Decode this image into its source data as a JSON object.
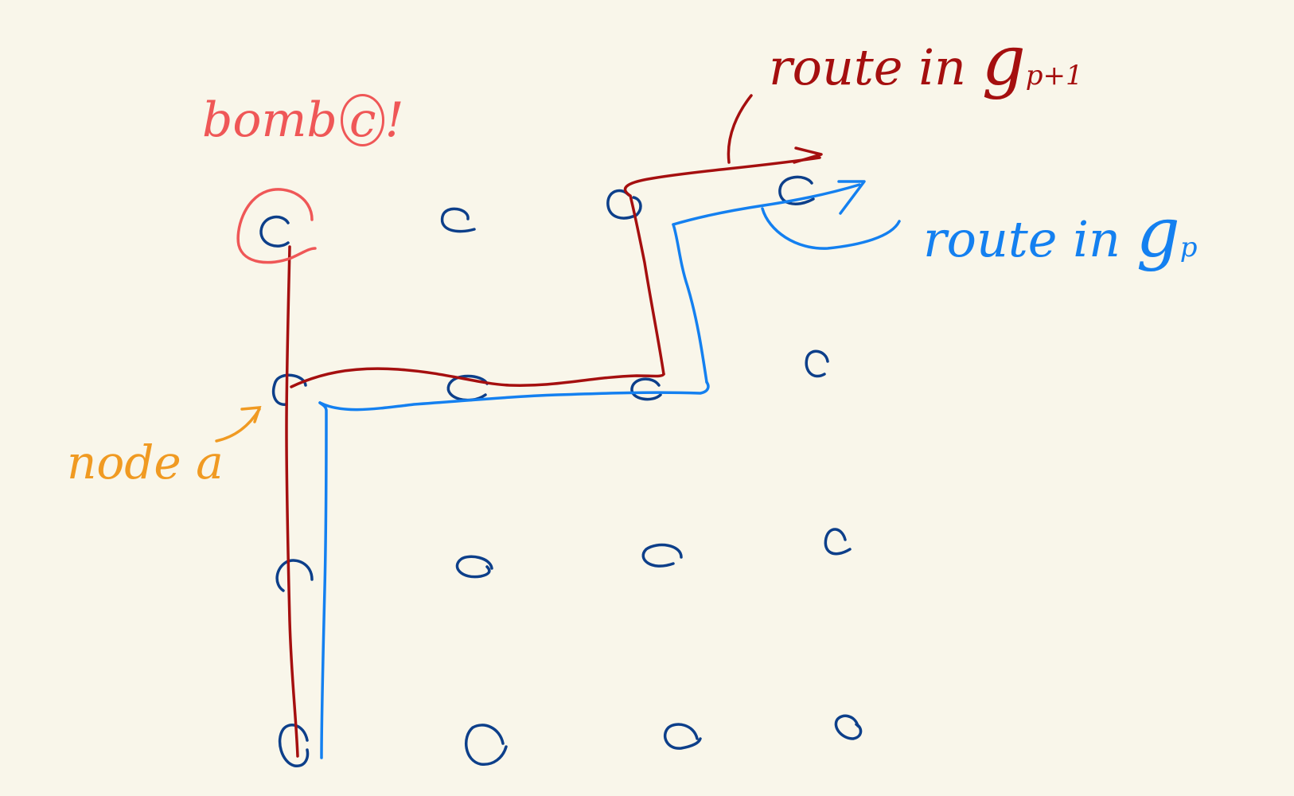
{
  "labels": {
    "bomb": "bomb",
    "bomb_letter": "c",
    "bomb_mark": "!",
    "node": "node",
    "node_letter": "a",
    "route_p1": "route in",
    "route_p1_sym": "g",
    "route_p1_sub": "p+1",
    "route_p": "route in",
    "route_p_sym": "g",
    "route_p_sub": "p"
  },
  "colors": {
    "background": "#f9f6ea",
    "grid_nodes": "#0d3f8a",
    "route_p1": "#a50f0f",
    "route_p": "#1480f0",
    "bomb": "#ef5757",
    "node_label": "#f09a22"
  }
}
